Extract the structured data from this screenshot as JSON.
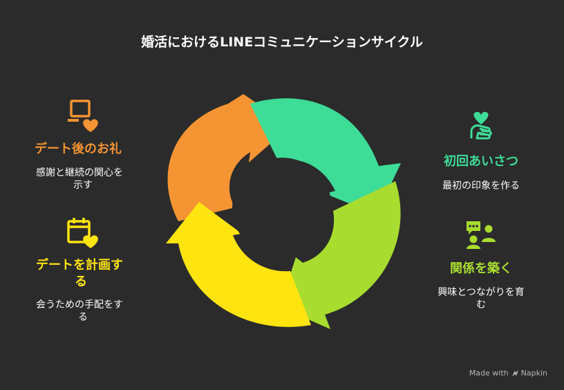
{
  "title": "婚活におけるLINEコミュニケーションサイクル",
  "colors": {
    "background": "#2b2b2b",
    "green": "#3ddc97",
    "lime": "#a8dc2f",
    "yellow": "#ffe40f",
    "orange": "#f59432"
  },
  "steps": {
    "first_greeting": {
      "title": "初回あいさつ",
      "desc": "最初の印象を作る",
      "icon": "hand-heart-icon"
    },
    "build_relationship": {
      "title": "関係を築く",
      "desc_line1": "興味とつながりを育",
      "desc_line2": "む",
      "icon": "people-chat-icon"
    },
    "plan_date": {
      "title_line1": "デートを計画す",
      "title_line2": "る",
      "desc_line1": "会うための手配をす",
      "desc_line2": "る",
      "icon": "calendar-heart-icon"
    },
    "thanks_after_date": {
      "title": "デート後のお礼",
      "desc_line1": "感謝と継続の関心を",
      "desc_line2": "示す",
      "icon": "laptop-heart-icon"
    }
  },
  "footer": {
    "made_with": "Made with",
    "brand": "Napkin",
    "brand_icon": "napkin-logo-icon"
  }
}
